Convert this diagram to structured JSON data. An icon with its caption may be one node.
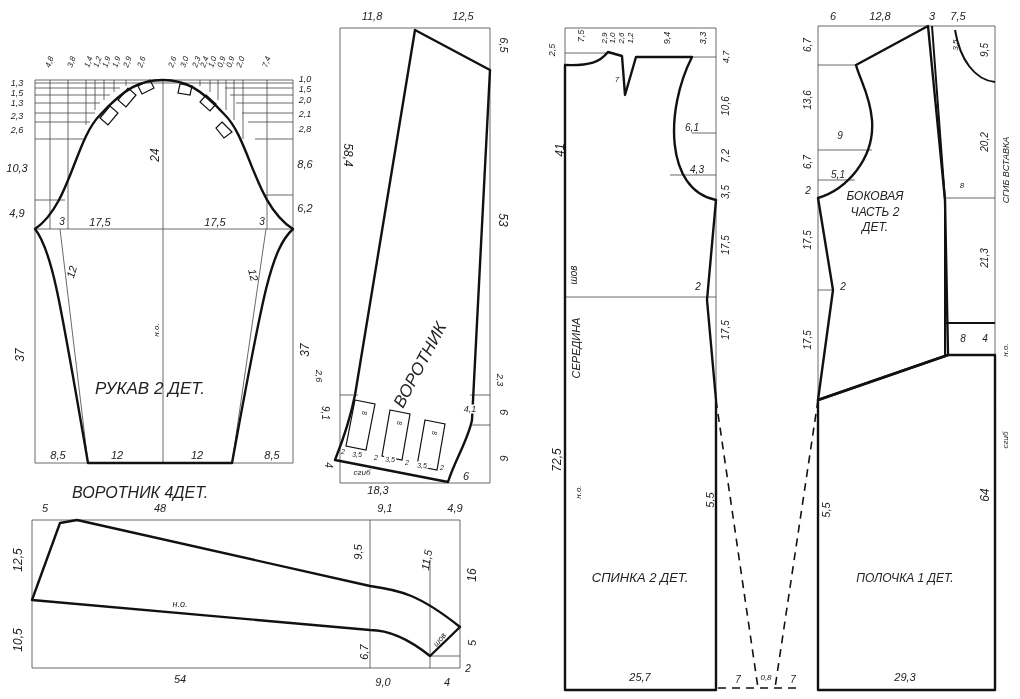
{
  "diagram": {
    "nodes": [
      {
        "text": [
          "РУКАВ 2 ДЕТ."
        ]
      },
      {
        "text": [
          "ВОРОТНИК"
        ]
      },
      {
        "text": [
          "ВОРОТНИК 4ДЕТ."
        ]
      },
      {
        "text": [
          "СПИНКА 2 ДЕТ."
        ]
      },
      {
        "text": [
          "БОКОВАЯ ЧАСТЬ 2 ДЕТ."
        ]
      },
      {
        "text": [
          "ПОЛОЧКА 1 ДЕТ."
        ]
      }
    ],
    "labels": [
      "4,8",
      "3,8",
      "1,4",
      "1,2",
      "1,9",
      "1,9",
      "2,9",
      "2,6",
      "2,6",
      "3,0",
      "2,3",
      "2,4",
      "1,0",
      "0,9",
      "0,9",
      "2,0",
      "7,4",
      "1,3",
      "1,5",
      "1,3",
      "2,3",
      "2,6",
      "10,3",
      "4,9",
      "1,0",
      "1,5",
      "2,0",
      "2,1",
      "2,8",
      "8,6",
      "6,2",
      "24",
      "3",
      "17,5",
      "17,5",
      "3",
      "12",
      "12",
      "н.о.",
      "37",
      "37",
      "8,5",
      "12",
      "12",
      "8,5",
      "11,8",
      "12,5",
      "6,5",
      "58,4",
      "53",
      "2,6",
      "2,3",
      "9,1",
      "4,1",
      "6",
      "8",
      "8",
      "8",
      "4",
      "2",
      "3,5",
      "сгиб",
      "2",
      "3,5",
      "2",
      "3,5",
      "2",
      "6",
      "6",
      "18,3",
      "5",
      "48",
      "9,1",
      "4,9",
      "12,5",
      "10,5",
      "9,5",
      "11,5",
      "16",
      "н.о.",
      "6,7",
      "шов",
      "5",
      "2",
      "54",
      "9,0",
      "4",
      "7,5",
      "2,9",
      "1,0",
      "2,6",
      "1,2",
      "9,4",
      "3,3",
      "2,5",
      "4,7",
      "7",
      "41",
      "10,6",
      "6,1",
      "7,2",
      "4,3",
      "3,5",
      "17,5",
      "шов",
      "2",
      "17,5",
      "СЕРЕДИНА",
      "72,5",
      "н.о.",
      "5,5",
      "25,7",
      "7",
      "0,8",
      "7",
      "6",
      "12,8",
      "3",
      "7,5",
      "6,7",
      "3,5",
      "9,5",
      "13,6",
      "9",
      "20,2",
      "6,7",
      "5,1",
      "8",
      "2",
      "СГИБ ВСТАВКА",
      "17,5",
      "21,3",
      "2",
      "17,5",
      "8",
      "4",
      "н.о.",
      "сгиб",
      "64",
      "5,5",
      "29,3"
    ]
  }
}
